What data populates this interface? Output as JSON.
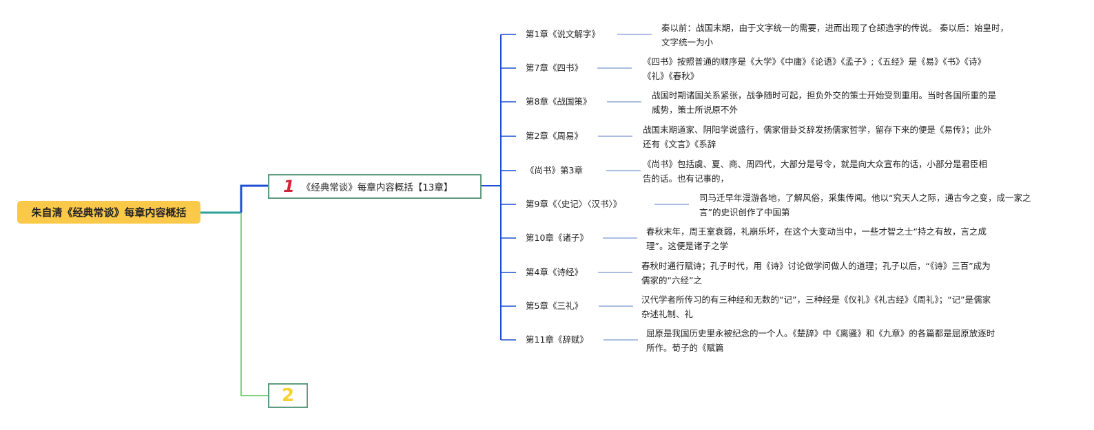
{
  "root": {
    "title": "朱自清《经典常谈》每章内容概括"
  },
  "branches": [
    {
      "number": "1",
      "title": "《经典常谈》每章内容概括【13章】"
    },
    {
      "number": "2",
      "title": ""
    }
  ],
  "chapters": [
    {
      "label": "第1章《说文解字》",
      "summary": "秦以前：战国末期，由于文字统一的需要，进而出现了仓颉造字的传说。 秦以后：始皇时，文字统一为小"
    },
    {
      "label": "第7章《四书》",
      "summary": "《四书》按照普通的顺序是《大学》《中庸》《论语》《孟子》;《五经》是《易》《书》《诗》《礼》《春秋》"
    },
    {
      "label": "第8章《战国策》",
      "summary": "战国时期诸国关系紧张，战争随时可起，担负外交的策士开始受到重用。当时各国所重的是威势，策士所说原不外"
    },
    {
      "label": "第2章《周易》",
      "summary": "战国末期道家、阴阳学说盛行，儒家借卦爻辞发扬儒家哲学，留存下来的便是《易传》；此外还有《文言》《系辞"
    },
    {
      "label": "《尚书》第3章",
      "summary": "《尚书》包括虞、夏、商、周四代，大部分是号令，就是向大众宣布的话，小部分是君臣相告的话。也有记事的，"
    },
    {
      "label": "第9章《〈史记〉〈汉书〉》",
      "summary": "司马迁早年漫游各地，了解风俗，采集传闻。他以“究天人之际，通古今之变，成一家之言”的史识创作了中国第"
    },
    {
      "label": "第10章《诸子》",
      "summary": "春秋末年，周王室衰弱，礼崩乐坏，在这个大变动当中，一些才智之士“持之有故，言之成理”。这便是诸子之学"
    },
    {
      "label": "第4章《诗经》",
      "summary": "春秋时通行赋诗；孔子时代，用《诗》讨论做学问做人的道理；孔子以后，“《诗》三百”成为儒家的“六经”之"
    },
    {
      "label": "第5章《三礼》",
      "summary": "汉代学者所传习的有三种经和无数的“记”，三种经是《仪礼》《礼古经》《周礼》；“记”是儒家杂述礼制、礼"
    },
    {
      "label": "第11章《辞赋》",
      "summary": "屈原是我国历史里永被纪念的一个人。《楚辞》中《离骚》和《九章》的各篇都是屈原放逐时所作。荀子的《赋篇"
    }
  ],
  "colors": {
    "root_fill": "#fbc94a",
    "branch_border": "#5f9b7f",
    "branch1_badge": "#d9213a",
    "branch2_badge": "#f4d230",
    "line_teal": "#2aa198",
    "line_blue": "#1f4fd1",
    "line_green": "#7ed07e",
    "line_leaf": "#8fa8d8"
  }
}
